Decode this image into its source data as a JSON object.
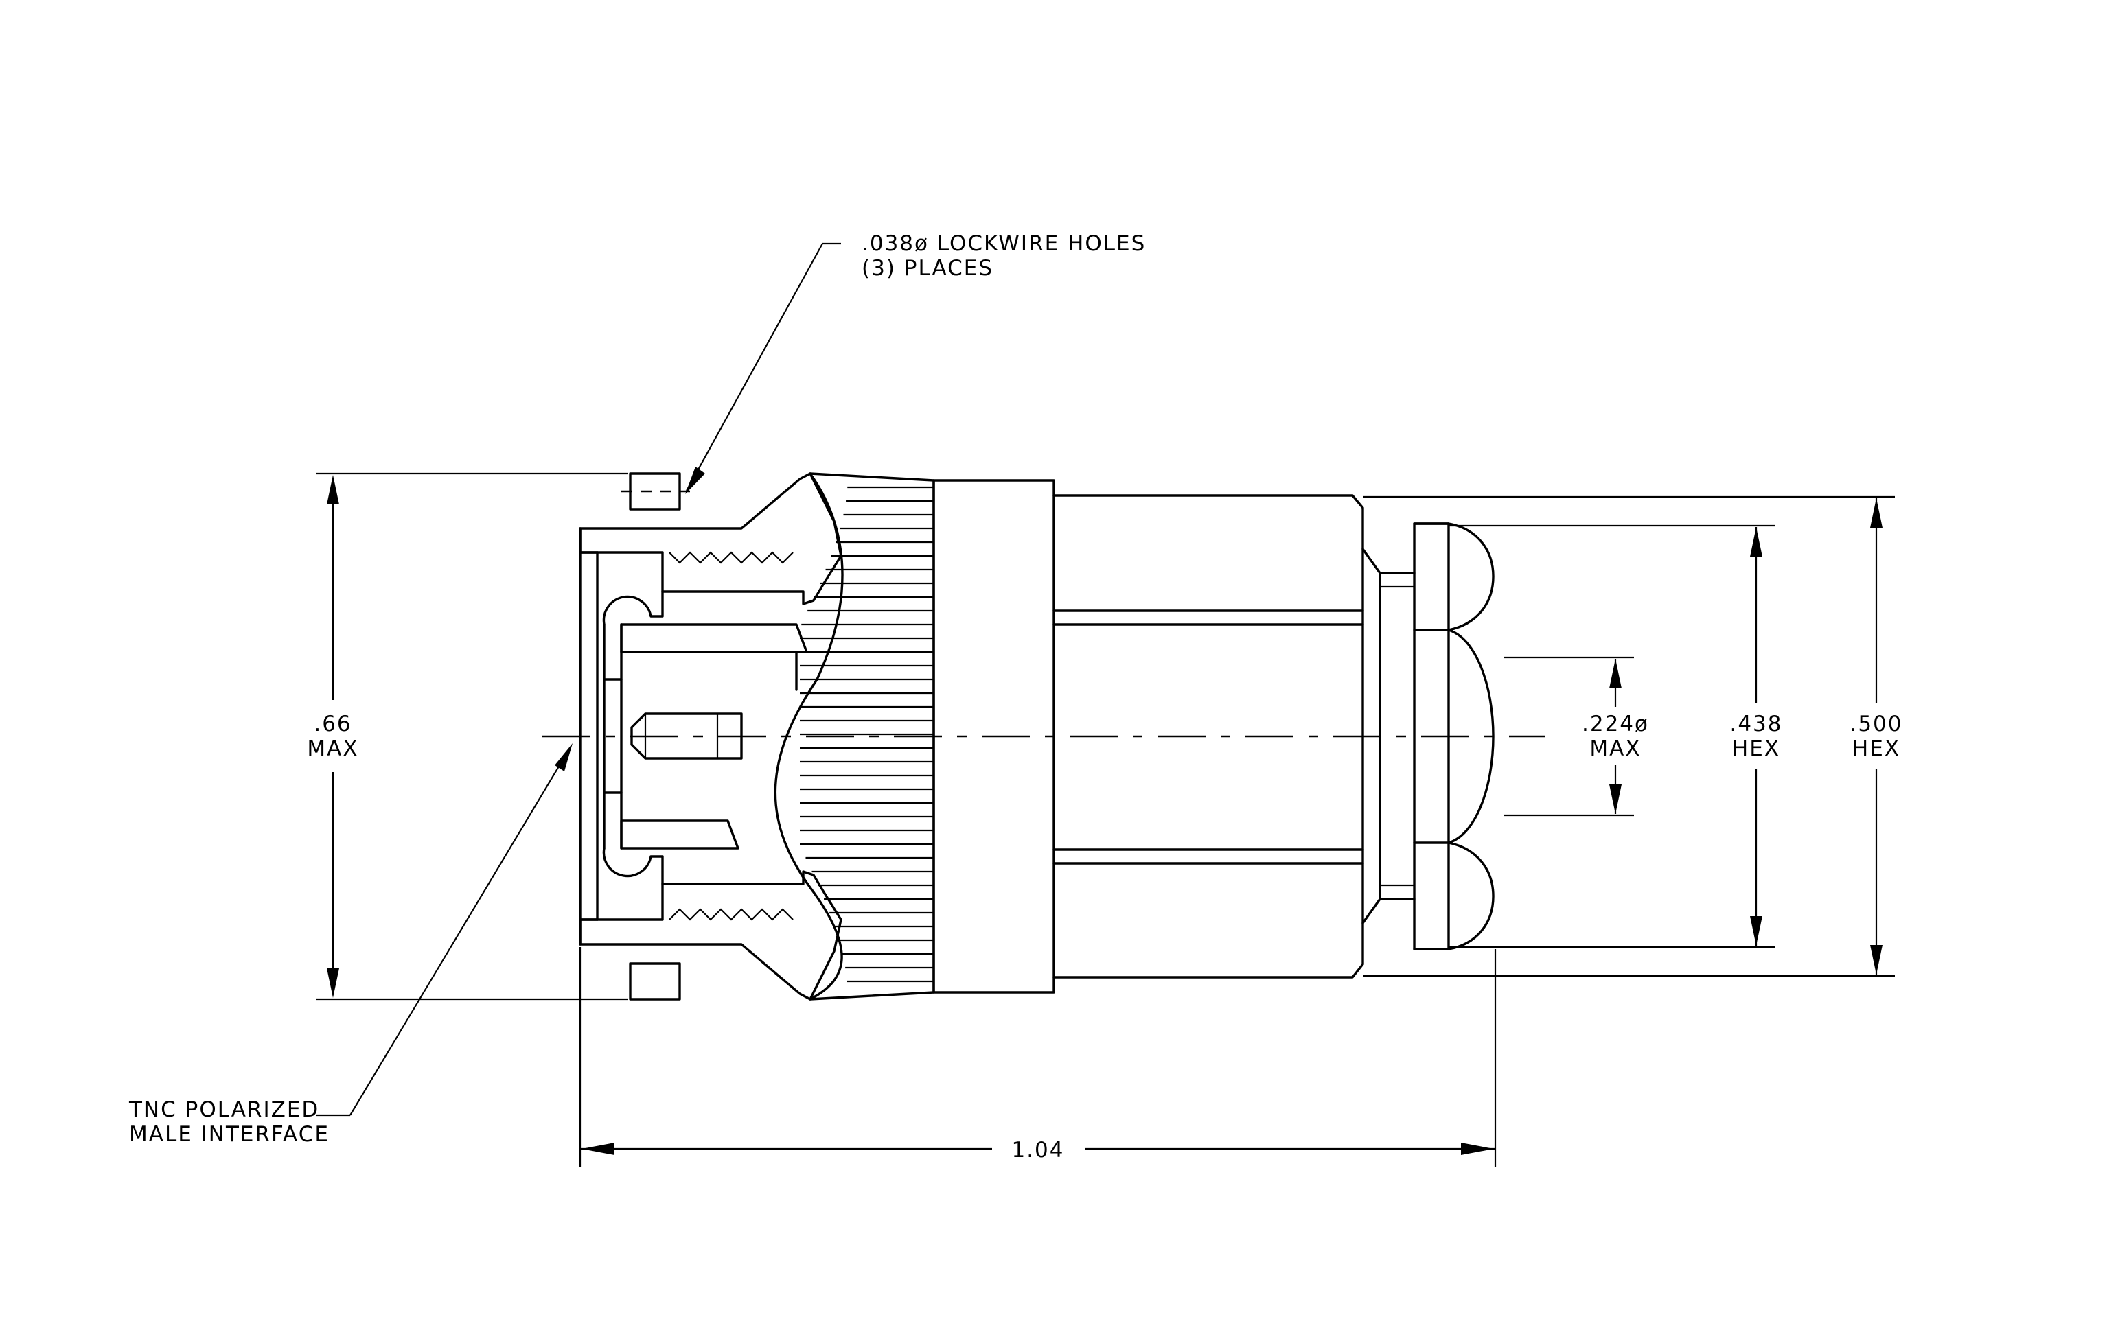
{
  "drawing": {
    "title": "",
    "line_color": "#000000",
    "background": "#ffffff"
  },
  "callouts": {
    "lockwire_line1": ".038ø LOCKWIRE HOLES",
    "lockwire_line2": "(3)  PLACES",
    "interface_line1": "TNC POLARIZED",
    "interface_line2": "MALE INTERFACE"
  },
  "dimensions": {
    "overall_length": "1.04",
    "max_diameter": ".66",
    "max_diameter_note": "MAX",
    "bore_diameter": ".224ø",
    "bore_diameter_note": "MAX",
    "hex_small": ".438",
    "hex_small_note": "HEX",
    "hex_large": ".500",
    "hex_large_note": "HEX"
  }
}
